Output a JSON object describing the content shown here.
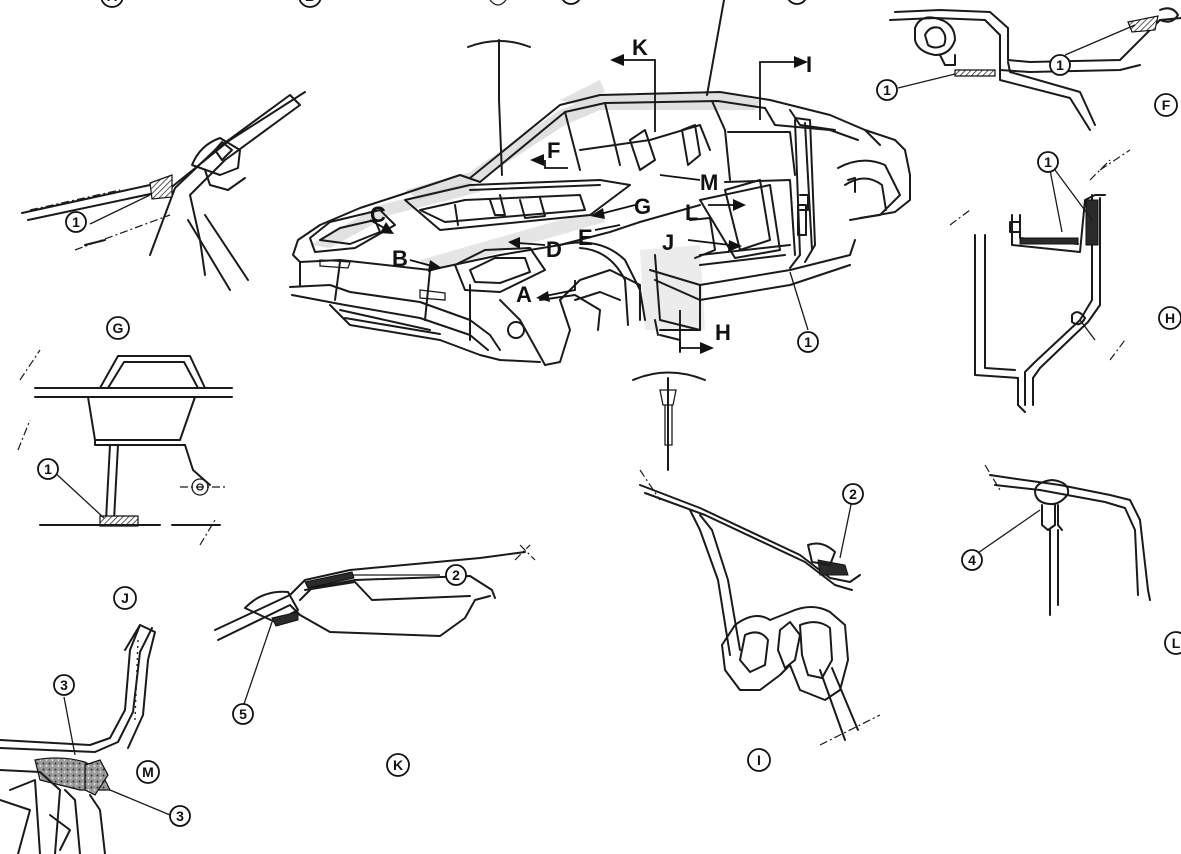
{
  "section_markers": [
    "A",
    "B",
    "G",
    "F",
    "H",
    "J",
    "K",
    "I",
    "M",
    "L"
  ],
  "arrow_labels": [
    "K",
    "I",
    "F",
    "M",
    "C",
    "G",
    "L",
    "E",
    "D",
    "J",
    "B",
    "A",
    "H"
  ],
  "callout_numbers": {
    "one": "1",
    "two": "2",
    "three": "3",
    "four": "4",
    "five": "5"
  }
}
